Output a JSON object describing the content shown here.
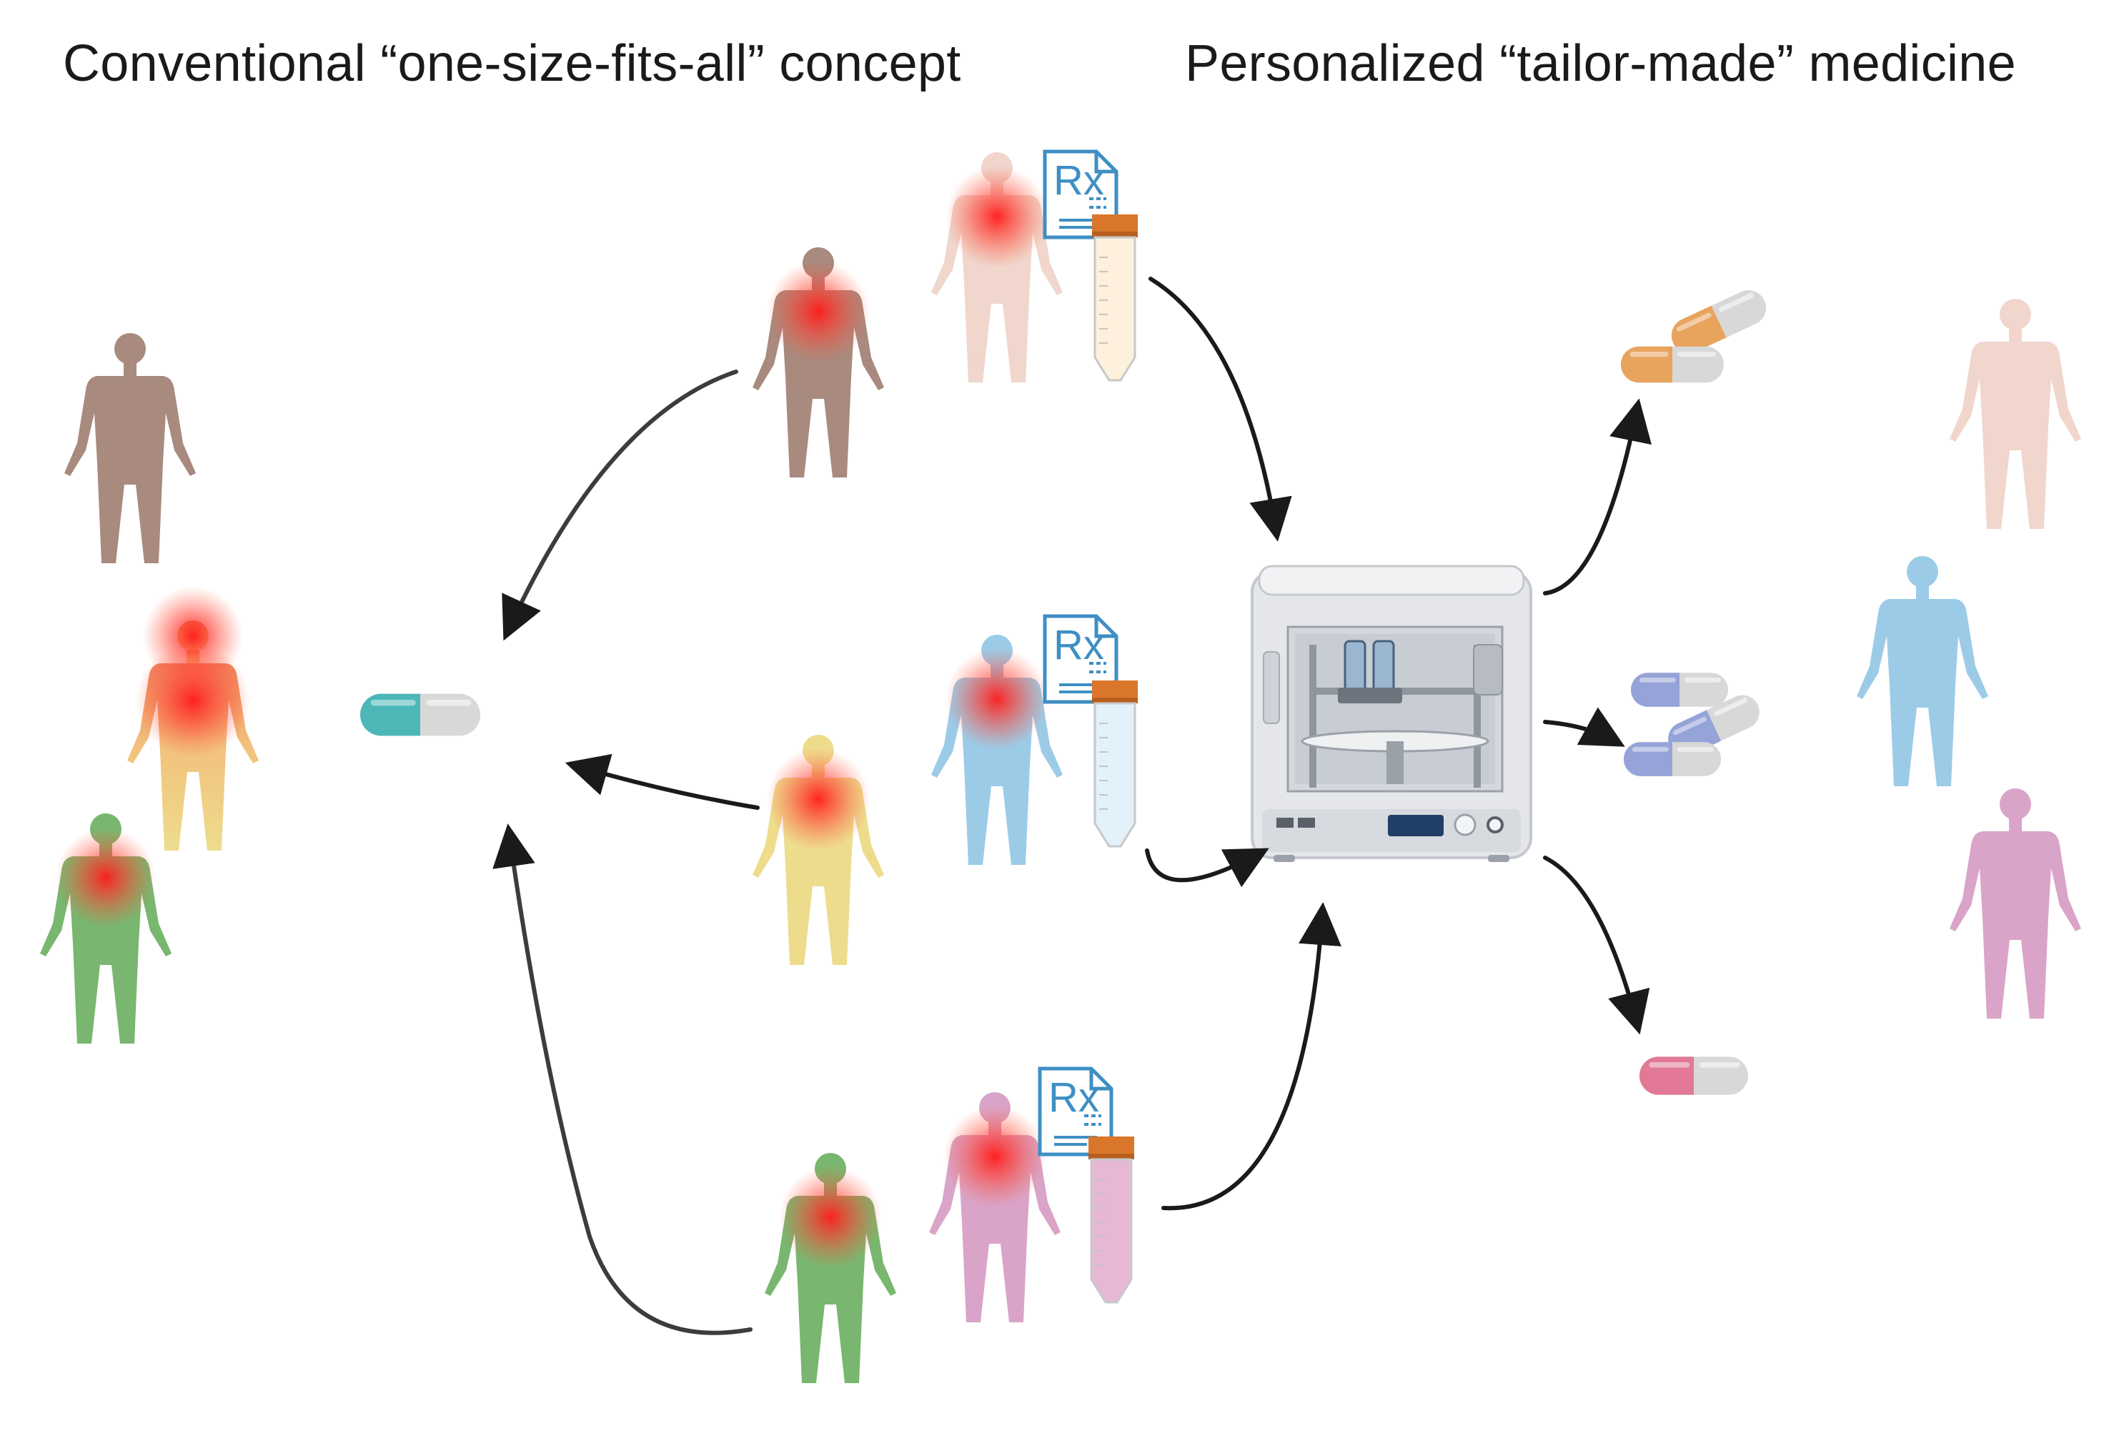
{
  "titles": {
    "left": "Conventional “one-size-fits-all” concept",
    "right": "Personalized “tailor-made” medicine"
  },
  "prescription_label": "Rx",
  "colors": {
    "brown": "#a88a7e",
    "yellow": "#eedc8d",
    "green": "#79b66f",
    "peach": "#f0d6cc",
    "blue": "#9ccbe8",
    "pink": "#d9a4c8",
    "teal": "#4cb7b6",
    "capsule_grey": "#d8d8d8",
    "orange": "#e8a35d",
    "lavender": "#95a3d8",
    "rose": "#e07896",
    "tube_cap": "#d9762a",
    "rx_blue": "#3e8fc4",
    "pain": "#ff2a2a",
    "printer_body": "#e4e6e9",
    "printer_screen": "#1f3f66",
    "arrow": "#1a1a1a"
  },
  "icons": [
    "human-body-icon",
    "prescription-icon",
    "sample-tube-icon",
    "capsule-icon",
    "3d-printer-icon"
  ]
}
